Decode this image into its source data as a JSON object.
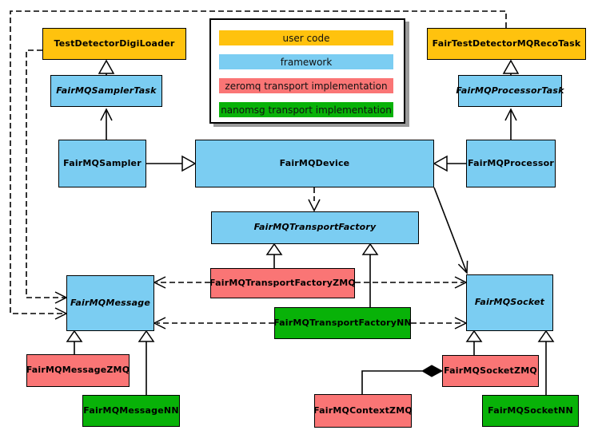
{
  "diagram": {
    "kind": "uml-class-diagram",
    "background": "#ffffff",
    "line_color": "#000000"
  },
  "colors": {
    "user_code": "#FFC20E",
    "framework": "#7BCDF2",
    "zeromq": "#FA7575",
    "nanomsg": "#08B208",
    "legend_shadow": "#9a9a9a"
  },
  "legend": {
    "items": [
      {
        "label": "user code",
        "color": "#FFC20E"
      },
      {
        "label": "framework",
        "color": "#7BCDF2"
      },
      {
        "label": "zeromq transport implementation",
        "color": "#FA7575"
      },
      {
        "label": "nanomsg transport implementation",
        "color": "#08B208"
      }
    ]
  },
  "nodes": {
    "testDetectorDigiLoader": {
      "label": "TestDetectorDigiLoader",
      "category": "user code",
      "abstract": false
    },
    "fairTestDetectorMQRecoTask": {
      "label": "FairTestDetectorMQRecoTask",
      "category": "user code",
      "abstract": false
    },
    "fairMQSamplerTask": {
      "label": "FairMQSamplerTask",
      "category": "framework",
      "abstract": true
    },
    "fairMQProcessorTask": {
      "label": "FairMQProcessorTask",
      "category": "framework",
      "abstract": true
    },
    "fairMQSampler": {
      "label": "FairMQSampler",
      "category": "framework",
      "abstract": false
    },
    "fairMQDevice": {
      "label": "FairMQDevice",
      "category": "framework",
      "abstract": false
    },
    "fairMQProcessor": {
      "label": "FairMQProcessor",
      "category": "framework",
      "abstract": false
    },
    "fairMQTransportFactory": {
      "label": "FairMQTransportFactory",
      "category": "framework",
      "abstract": true
    },
    "fairMQTransportFactoryZMQ": {
      "label": "FairMQTransportFactoryZMQ",
      "category": "zeromq",
      "abstract": false
    },
    "fairMQTransportFactoryNN": {
      "label": "FairMQTransportFactoryNN",
      "category": "nanomsg",
      "abstract": false
    },
    "fairMQMessage": {
      "label": "FairMQMessage",
      "category": "framework",
      "abstract": true
    },
    "fairMQSocket": {
      "label": "FairMQSocket",
      "category": "framework",
      "abstract": true
    },
    "fairMQMessageZMQ": {
      "label": "FairMQMessageZMQ",
      "category": "zeromq",
      "abstract": false
    },
    "fairMQMessageNN": {
      "label": "FairMQMessageNN",
      "category": "nanomsg",
      "abstract": false
    },
    "fairMQContextZMQ": {
      "label": "FairMQContextZMQ",
      "category": "zeromq",
      "abstract": false
    },
    "fairMQSocketZMQ": {
      "label": "FairMQSocketZMQ",
      "category": "zeromq",
      "abstract": false
    },
    "fairMQSocketNN": {
      "label": "FairMQSocketNN",
      "category": "nanomsg",
      "abstract": false
    }
  },
  "edges": [
    {
      "tail": "FairMQSamplerTask",
      "head": "TestDetectorDigiLoader",
      "style": "solid-hollow-triangle"
    },
    {
      "tail": "FairMQProcessorTask",
      "head": "FairTestDetectorMQRecoTask",
      "style": "solid-hollow-triangle"
    },
    {
      "tail": "FairMQSampler",
      "head": "FairMQSamplerTask",
      "style": "solid-open-arrow"
    },
    {
      "tail": "FairMQProcessor",
      "head": "FairMQProcessorTask",
      "style": "solid-open-arrow"
    },
    {
      "tail": "FairMQSampler",
      "head": "FairMQDevice",
      "style": "solid-hollow-triangle"
    },
    {
      "tail": "FairMQProcessor",
      "head": "FairMQDevice",
      "style": "solid-hollow-triangle"
    },
    {
      "tail": "FairMQDevice",
      "head": "FairMQTransportFactory",
      "style": "dashed-open-arrow"
    },
    {
      "tail": "FairMQDevice",
      "head": "FairMQSocket",
      "style": "solid-open-arrow"
    },
    {
      "tail": "FairMQTransportFactoryZMQ",
      "head": "FairMQTransportFactory",
      "style": "solid-hollow-triangle"
    },
    {
      "tail": "FairMQTransportFactoryNN",
      "head": "FairMQTransportFactory",
      "style": "solid-hollow-triangle"
    },
    {
      "tail": "TestDetectorDigiLoader",
      "head": "FairMQMessage",
      "style": "dashed-open-arrow"
    },
    {
      "tail": "FairTestDetectorMQRecoTask",
      "head": "FairMQMessage",
      "style": "dashed-open-arrow"
    },
    {
      "tail": "FairMQTransportFactoryZMQ",
      "head": "FairMQMessage",
      "style": "dashed-open-arrow"
    },
    {
      "tail": "FairMQTransportFactoryNN",
      "head": "FairMQMessage",
      "style": "dashed-open-arrow"
    },
    {
      "tail": "FairMQTransportFactoryZMQ",
      "head": "FairMQSocket",
      "style": "dashed-open-arrow"
    },
    {
      "tail": "FairMQTransportFactoryNN",
      "head": "FairMQSocket",
      "style": "dashed-open-arrow"
    },
    {
      "tail": "FairMQMessageZMQ",
      "head": "FairMQMessage",
      "style": "solid-hollow-triangle"
    },
    {
      "tail": "FairMQMessageNN",
      "head": "FairMQMessage",
      "style": "solid-hollow-triangle"
    },
    {
      "tail": "FairMQSocketZMQ",
      "head": "FairMQSocket",
      "style": "solid-hollow-triangle"
    },
    {
      "tail": "FairMQSocketNN",
      "head": "FairMQSocket",
      "style": "solid-hollow-triangle"
    },
    {
      "tail": "FairMQContextZMQ",
      "head": "FairMQSocketZMQ",
      "style": "composition-filled-diamond"
    }
  ]
}
